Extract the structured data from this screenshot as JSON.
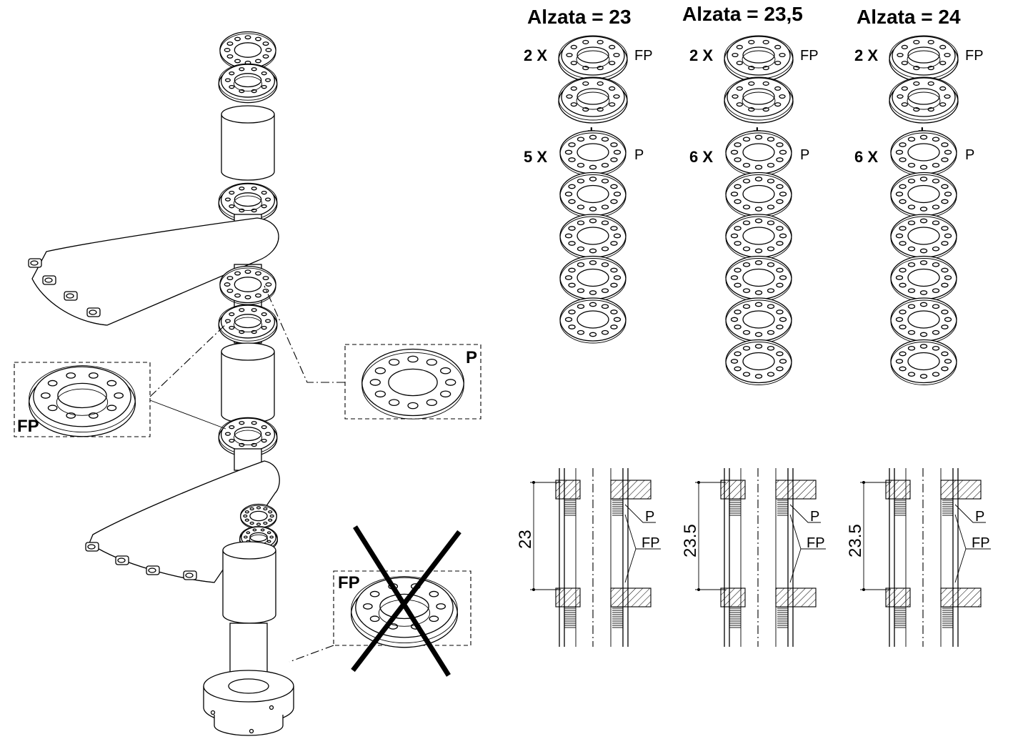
{
  "diagram": {
    "columns": [
      {
        "title": "Alzata = 23",
        "fp_multiplier": "2 X",
        "fp_code": "FP",
        "fp_rings": 2,
        "plus": "+",
        "p_multiplier": "5 X",
        "p_code": "P",
        "p_rings": 5
      },
      {
        "title": "Alzata = 23,5",
        "fp_multiplier": "2 X",
        "fp_code": "FP",
        "fp_rings": 2,
        "plus": "+",
        "p_multiplier": "6 X",
        "p_code": "P",
        "p_rings": 6
      },
      {
        "title": "Alzata = 24",
        "fp_multiplier": "2 X",
        "fp_code": "FP",
        "fp_rings": 2,
        "plus": "+",
        "p_multiplier": "6 X",
        "p_code": "P",
        "p_rings": 6
      }
    ],
    "details": [
      {
        "dimension": "23",
        "label_p": "P",
        "label_fp": "FP"
      },
      {
        "dimension": "23.5",
        "label_p": "P",
        "label_fp": "FP"
      },
      {
        "dimension": "23.5",
        "label_p": "P",
        "label_fp": "FP"
      }
    ],
    "callouts": {
      "fp_left": "FP",
      "p_right": "P",
      "fp_crossed": "FP"
    }
  }
}
